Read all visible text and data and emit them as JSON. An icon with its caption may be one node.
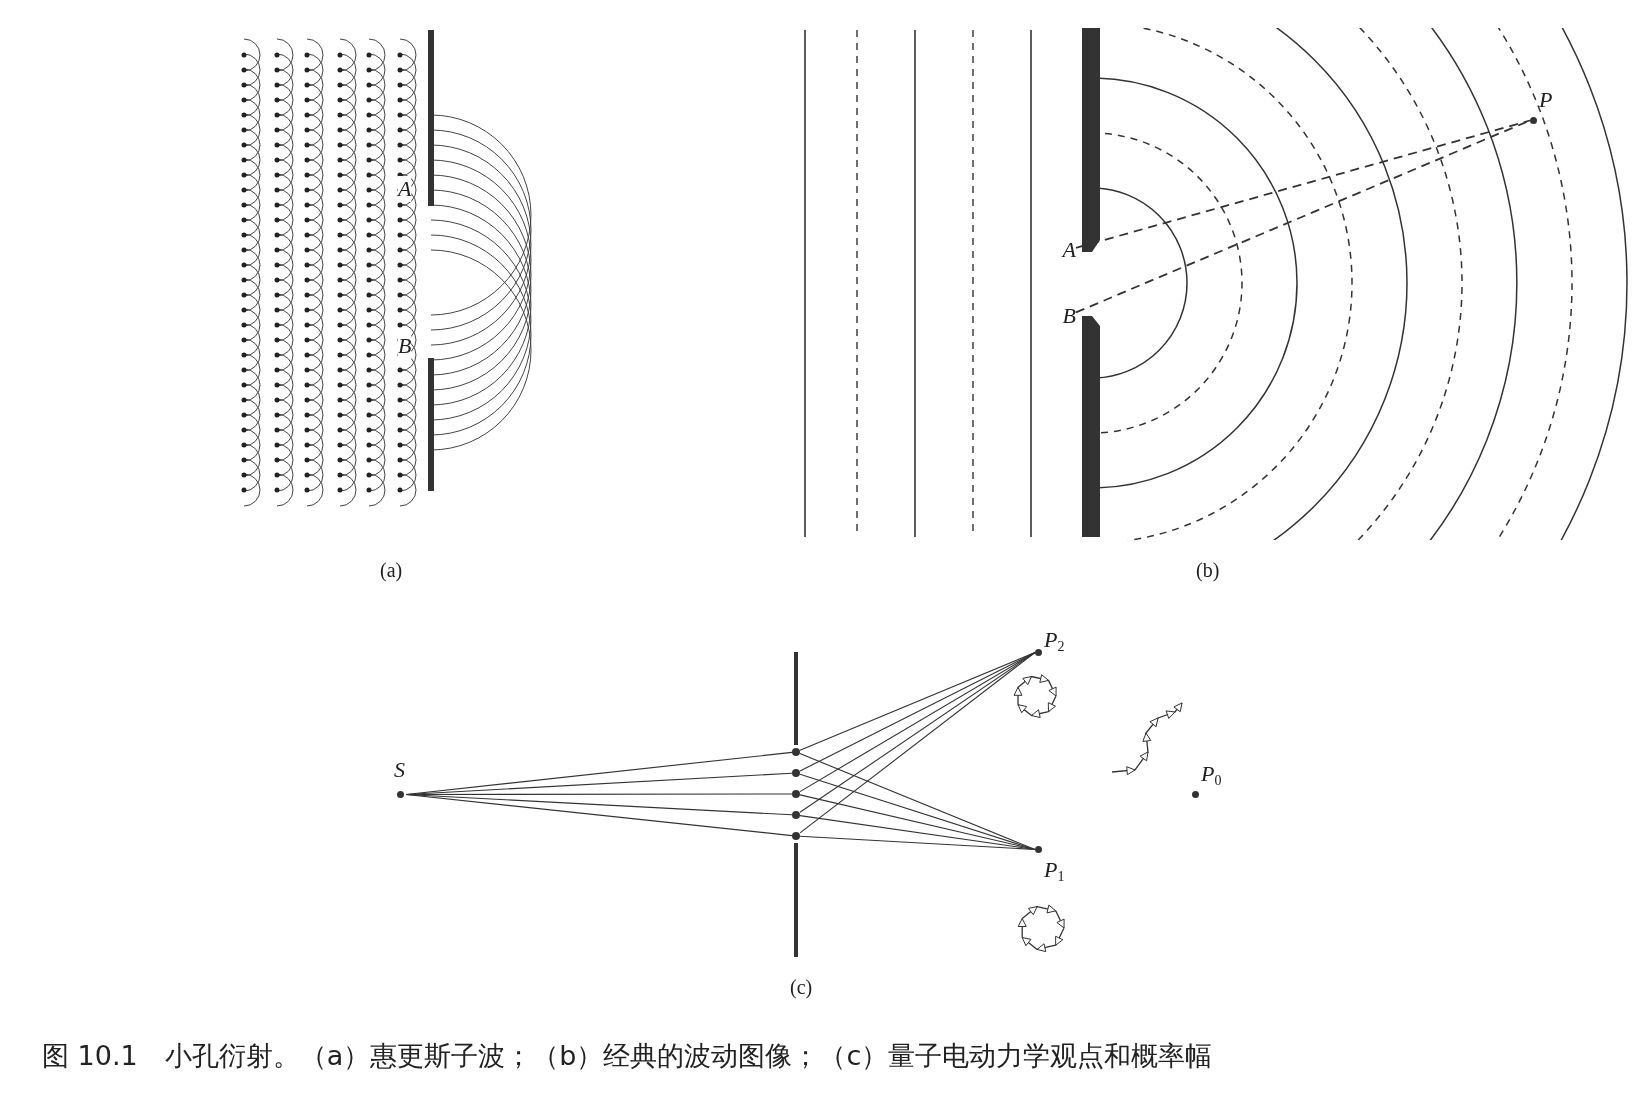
{
  "diagram": {
    "caption": "图 10.1　小孔衍射。（a）惠更斯子波；（b）经典的波动图像；（c）量子电动力学观点和概率幅",
    "nodes": [
      {
        "text": [
          "A"
        ]
      },
      {
        "text": [
          "B"
        ]
      },
      {
        "text": [
          "P"
        ]
      },
      {
        "text": [
          "S"
        ]
      },
      {
        "text": [],
        "shape": "circle"
      },
      {
        "text": [],
        "shape": "circle"
      },
      {
        "text": [],
        "shape": "circle"
      },
      {
        "text": [],
        "shape": "circle"
      },
      {
        "text": [],
        "shape": "circle"
      },
      {
        "text": [
          "P$_{2}$"
        ]
      },
      {
        "text": [
          "P$_{1}$"
        ]
      },
      {
        "text": [
          "P$_{0}$"
        ]
      }
    ],
    "edges": [
      {
        "from": 0,
        "to": 2,
        "arrow": "none",
        "style": "dashed"
      },
      {
        "from": 1,
        "to": 2,
        "arrow": "none",
        "style": "dashed"
      },
      {
        "from": 3,
        "to": 4,
        "arrow": "none"
      },
      {
        "from": 3,
        "to": 5,
        "arrow": "none"
      },
      {
        "from": 3,
        "to": 6,
        "arrow": "none"
      },
      {
        "from": 3,
        "to": 7,
        "arrow": "none"
      },
      {
        "from": 3,
        "to": 8,
        "arrow": "none"
      },
      {
        "from": 4,
        "to": 9,
        "arrow": "none"
      },
      {
        "from": 5,
        "to": 9,
        "arrow": "none"
      },
      {
        "from": 6,
        "to": 9,
        "arrow": "none"
      },
      {
        "from": 7,
        "to": 9,
        "arrow": "none"
      },
      {
        "from": 8,
        "to": 9,
        "arrow": "none"
      },
      {
        "from": 4,
        "to": 10,
        "arrow": "none"
      },
      {
        "from": 5,
        "to": 10,
        "arrow": "none"
      },
      {
        "from": 6,
        "to": 10,
        "arrow": "none"
      },
      {
        "from": 7,
        "to": 10,
        "arrow": "none"
      },
      {
        "from": 8,
        "to": 10,
        "arrow": "none"
      }
    ],
    "labels": [
      "A",
      "B",
      "(a)",
      "(b)",
      "(c)"
    ]
  }
}
